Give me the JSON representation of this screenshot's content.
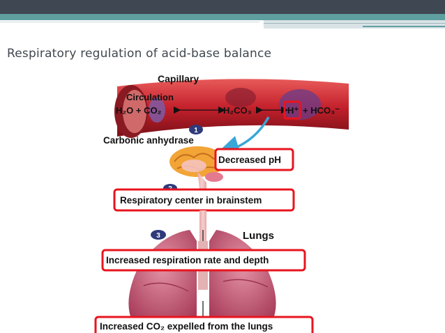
{
  "slide": {
    "title": "Respiratory regulation of acid-base balance"
  },
  "diagram": {
    "capillary": "Capillary",
    "circulation": "Circulation",
    "reaction": {
      "h2o_co2": "H₂O + CO₂",
      "h2co3": "H₂CO₃",
      "h_ion": "H⁺",
      "hco3": "+ HCO₃⁻"
    },
    "carbonic_anhydrase": "Carbonic anhydrase",
    "lungs": "Lungs",
    "steps": [
      "1",
      "2",
      "3"
    ],
    "boxes": {
      "decreased_ph": "Decreased pH",
      "respiratory_center": "Respiratory center in brainstem",
      "increased_respiration": "Increased respiration rate and depth",
      "co2_expelled": "Increased CO₂ expelled from the lungs"
    }
  },
  "colors": {
    "highlight": "#e8141e",
    "step_badge": "#2f3a7a",
    "vessel": "#c0202a",
    "lung": "#c65a73",
    "arrow": "#3aa6d8"
  }
}
